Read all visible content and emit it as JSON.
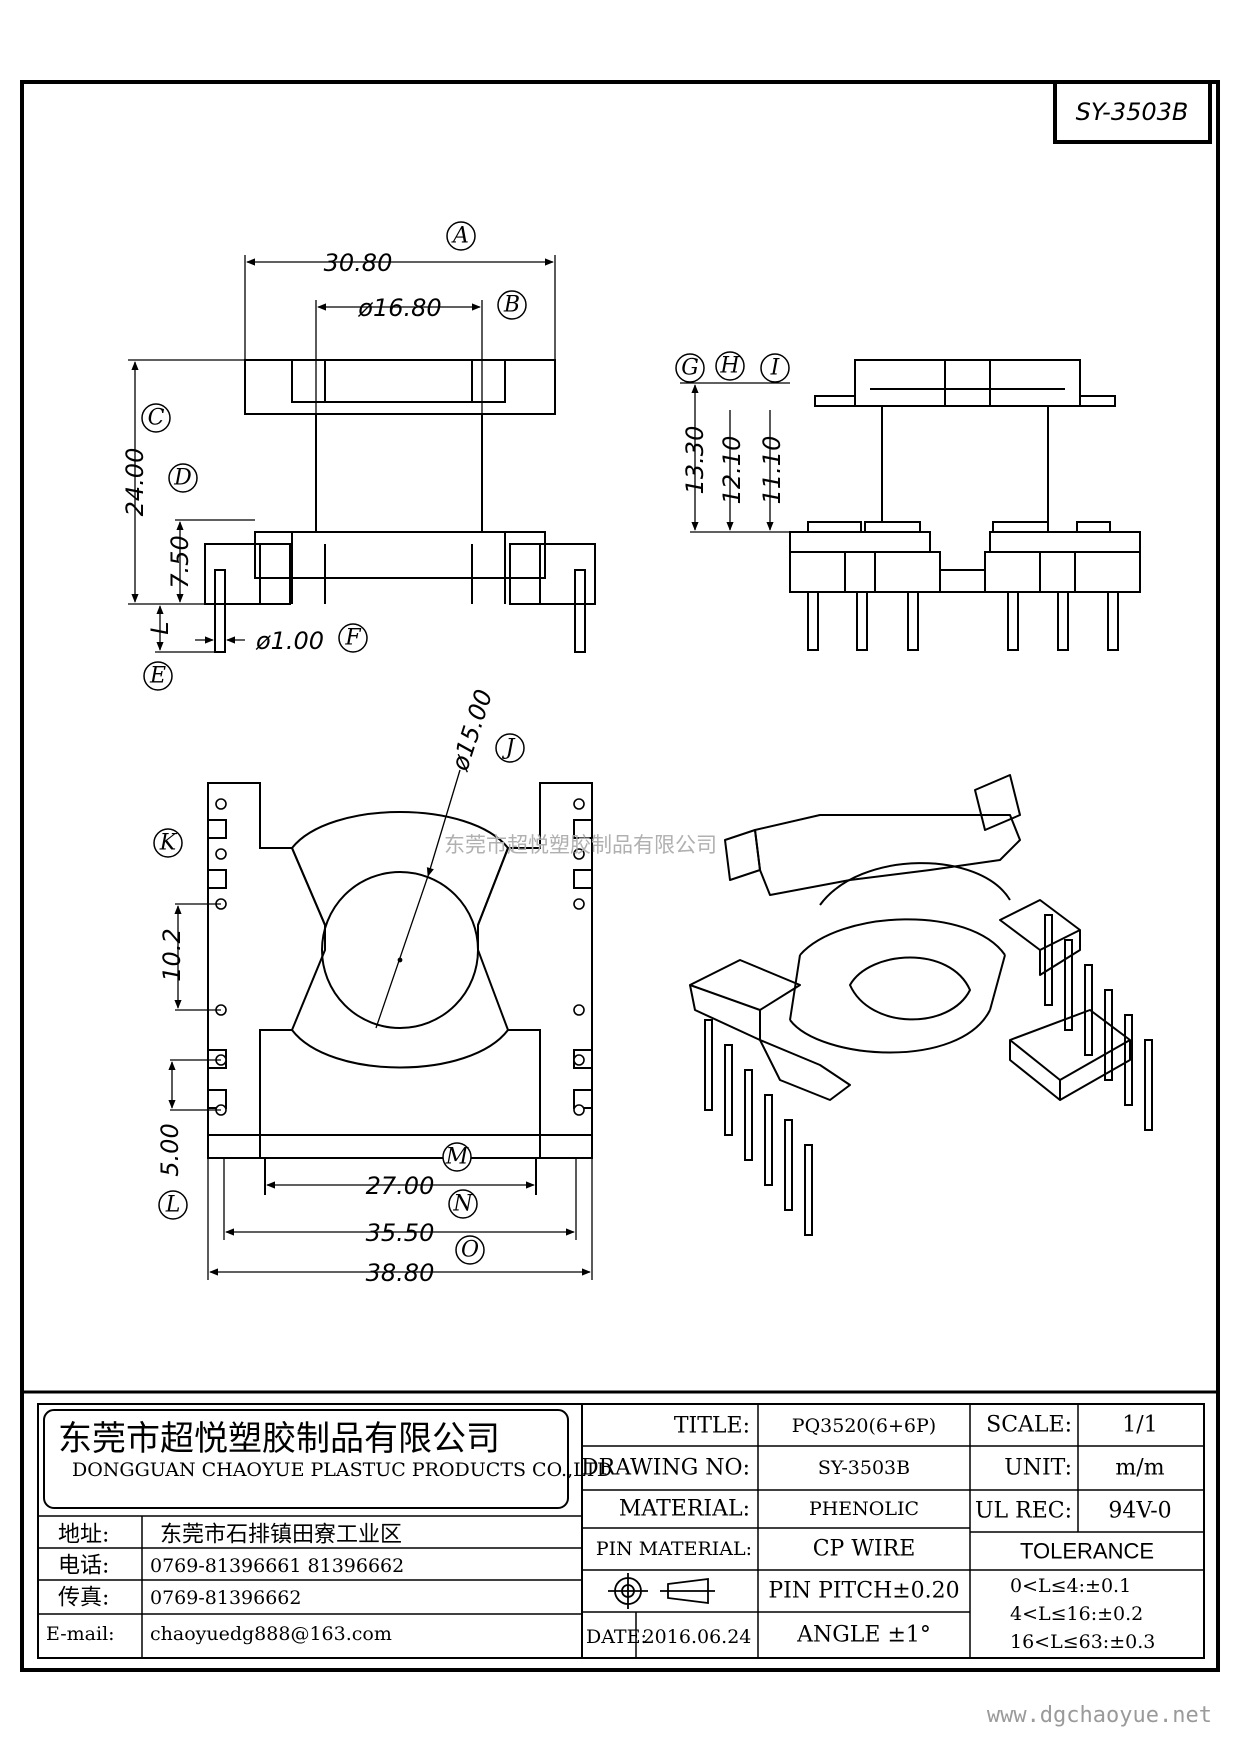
{
  "drawing_id": "SY-3503B",
  "dimensions": {
    "A": "30.80",
    "B": "ø16.80",
    "C": "24.00",
    "D": "7.50",
    "E": "L",
    "F": "ø1.00",
    "G": "13.30",
    "H": "12.10",
    "I": "11.10",
    "J": "ø15.00",
    "K": "10.2",
    "L": "5.00",
    "M": "27.00",
    "N": "35.50",
    "O": "38.80"
  },
  "labels": [
    "A",
    "B",
    "C",
    "D",
    "E",
    "F",
    "G",
    "H",
    "I",
    "J",
    "K",
    "L",
    "M",
    "N",
    "O"
  ],
  "watermark": "东莞市超悦塑胶制品有限公司",
  "company": {
    "name_cn": "东莞市超悦塑胶制品有限公司",
    "name_en": "DONGGUAN CHAOYUE PLASTUC PRODUCTS CO.,LTD",
    "address_label": "地址:",
    "address": "东莞市石排镇田寮工业区",
    "phone_label": "电话:",
    "phone": "0769-81396661  81396662",
    "fax_label": "传真:",
    "fax": "0769-81396662",
    "email_label": "E-mail:",
    "email": "chaoyuedg888@163.com"
  },
  "title_block": {
    "title_label": "TITLE:",
    "title": "PQ3520(6+6P)",
    "drawing_no_label": "DRAWING NO:",
    "drawing_no": "SY-3503B",
    "material_label": "MATERIAL:",
    "material": "PHENOLIC",
    "pin_material_label": "PIN MATERIAL:",
    "pin_material": "CP WIRE",
    "pin_pitch": "PIN PITCH±0.20",
    "date_label": "DATE:",
    "date": "2016.06.24",
    "angle": "ANGLE  ±1°",
    "scale_label": "SCALE:",
    "scale": "1/1",
    "unit_label": "UNIT:",
    "unit": "m/m",
    "ul_label": "UL REC:",
    "ul": "94V-0",
    "tolerance_label": "TOLERANCE",
    "tolerances": [
      "0<L≤4:±0.1",
      "4<L≤16:±0.2",
      "16<L≤63:±0.3"
    ]
  },
  "url": "www.dgchaoyue.net"
}
